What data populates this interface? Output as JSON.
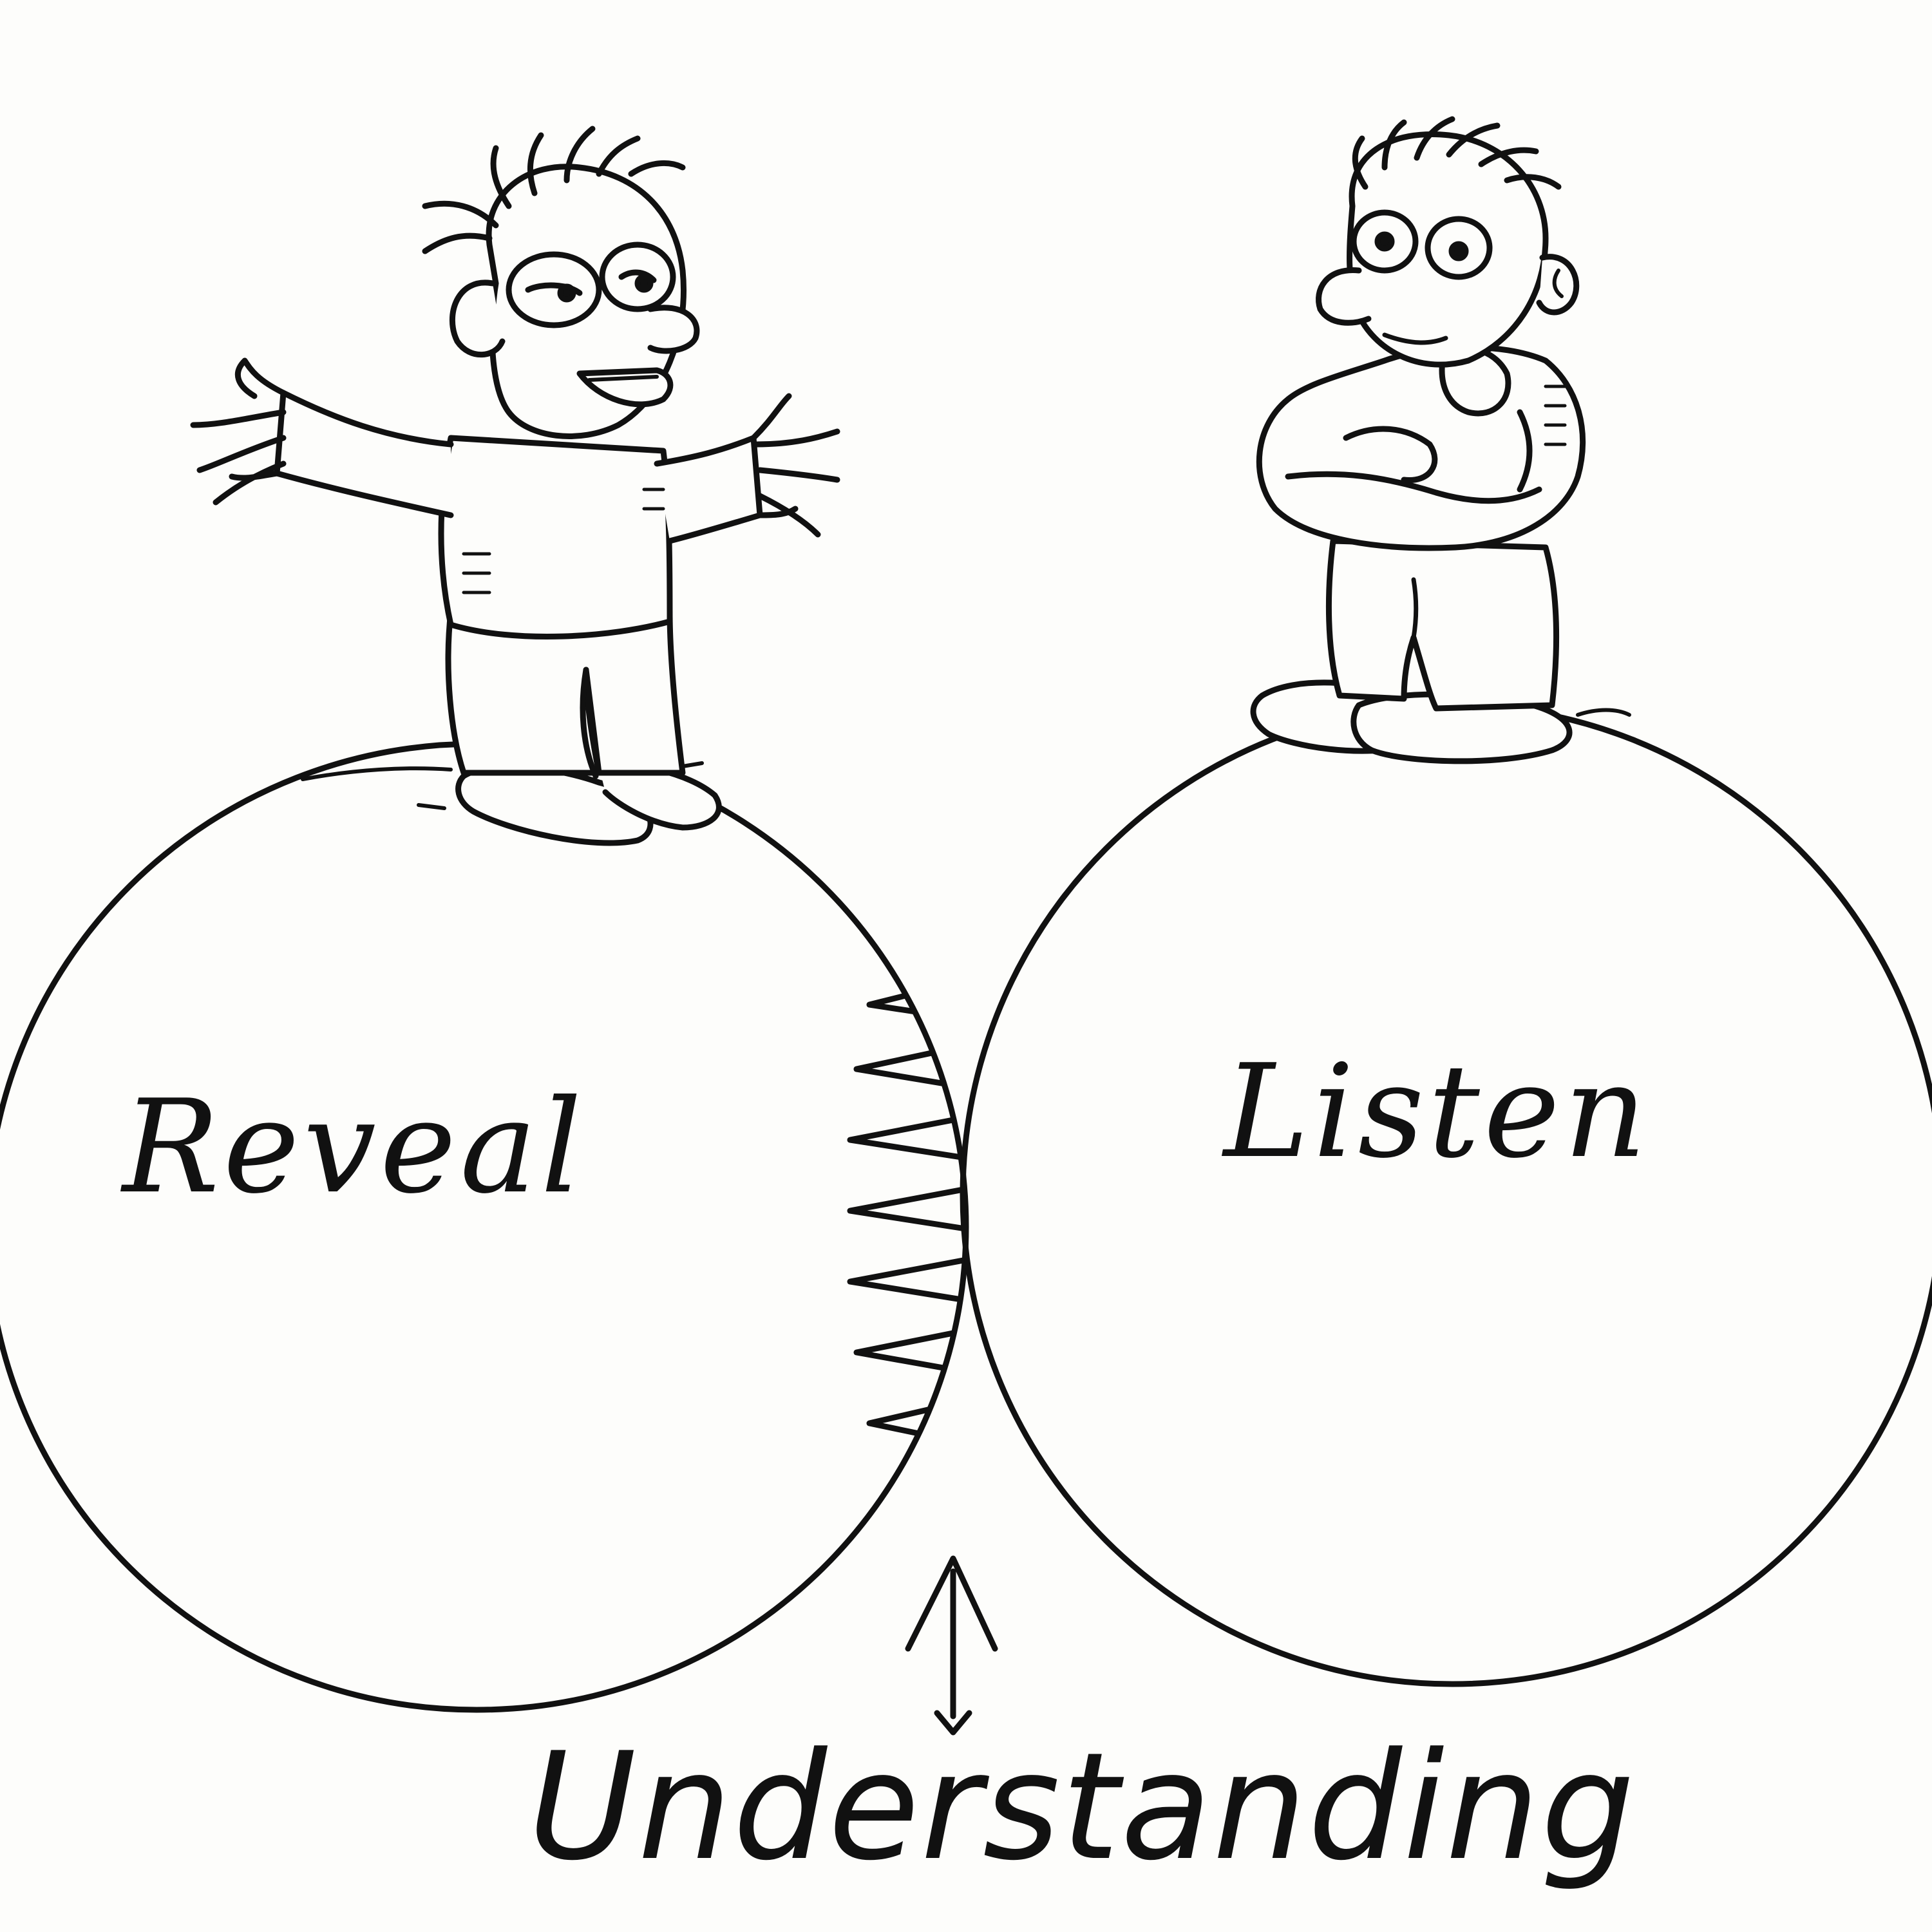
{
  "diagram": {
    "left_set": {
      "label": "Reveal"
    },
    "right_set": {
      "label": "Listen"
    },
    "intersection": {
      "label": "Understanding"
    }
  },
  "colors": {
    "ink": "#111111",
    "paper": "#fdfdfb"
  }
}
